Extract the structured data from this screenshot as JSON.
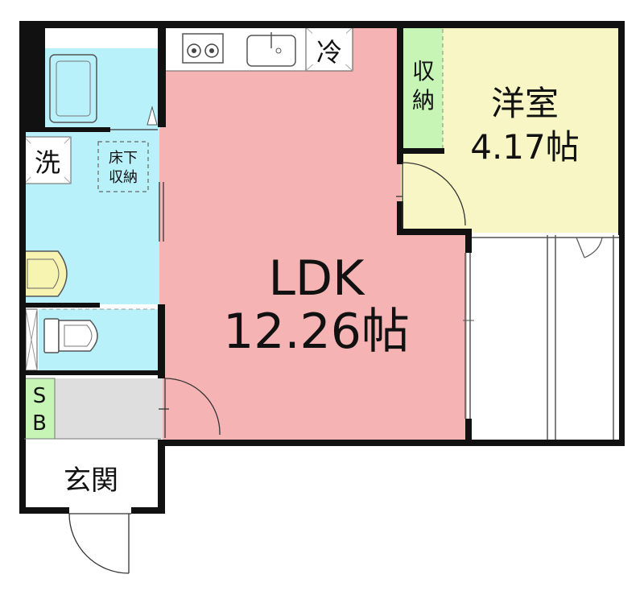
{
  "rooms": {
    "ldk": {
      "name": "LDK",
      "area": "12.26帖"
    },
    "western": {
      "name": "洋室",
      "area": "4.17帖"
    },
    "storage_main": {
      "line1": "収",
      "line2": "納"
    },
    "underfloor": {
      "line1": "床下",
      "line2": "収納"
    },
    "laundry": {
      "label": "洗"
    },
    "fridge": {
      "label": "冷"
    },
    "shoebox": {
      "line1": "S",
      "line2": "B"
    },
    "entrance": {
      "label": "玄関"
    }
  },
  "colors": {
    "ldk": "#f6b3b3",
    "western": "#f7f6c4",
    "wet_area": "#b9f1fb",
    "storage": "#c7f5b6",
    "entrance_floor": "#dedede",
    "wall": "#111111"
  }
}
